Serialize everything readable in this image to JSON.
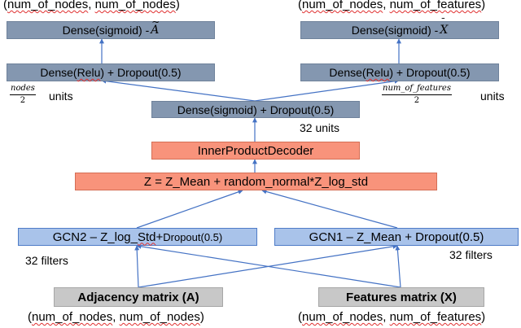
{
  "top_left_shape": {
    "open": "(",
    "a": "num_of_nodes",
    "sep": ", ",
    "b": "num_of_nodes",
    "close": ")"
  },
  "top_right_shape": {
    "open": "(",
    "a": "num_of_nodes",
    "sep": ", ",
    "b": "num_of_features",
    "close": ")"
  },
  "dense_a": {
    "text": "Dense(sigmoid) - ",
    "symbol": "A",
    "accent": "~"
  },
  "dense_x": {
    "text": "Dense(sigmoid) - ",
    "symbol": "X",
    "accent": "¯"
  },
  "dense_relu_left": {
    "pre": "Dense(",
    "word": "Relu",
    "post": ") + Dropout(0.5)"
  },
  "dense_relu_right": {
    "pre": "Dense(",
    "word": "Relu",
    "post": ") + Dropout(0.5)"
  },
  "left_units": {
    "numerator": "nodes",
    "denominator": "2",
    "suffix": "units"
  },
  "right_units": {
    "numerator": "num_of_features",
    "denominator": "2",
    "suffix": "units"
  },
  "dense_center": "Dense(sigmoid) + Dropout(0.5)",
  "center_units": "32 units",
  "decoder": "InnerProductDecoder",
  "z_formula": {
    "pre": "Z = Z_Mean + random_normal*Z_log_std",
    "mid": "",
    "post": ""
  },
  "gcn2": {
    "pre": "GCN2 – Z_log_",
    "word": "Std",
    "post": " +",
    "tail": "Dropout(0.5)"
  },
  "gcn1": {
    "pre": "GCN1 – Z_Mean + Dropout(0.5)"
  },
  "left_filters": "32 filters",
  "right_filters": "32 filters",
  "adjacency": "Adjacency matrix (A)",
  "features": "Features matrix (X)",
  "bottom_left_shape": {
    "open": "(",
    "a": "num_of_nodes",
    "sep": ", ",
    "b": "num_of_nodes",
    "close": ")"
  },
  "bottom_right_shape": {
    "open": "(",
    "a": "num_of_nodes",
    "sep": ", ",
    "b": "num_of_features",
    "close": ")"
  },
  "colors": {
    "dense": "#8497b0",
    "decoder": "#f8937b",
    "gcn": "#a9c3ea",
    "input": "#c8c8c8",
    "arrow": "#4472c4"
  }
}
